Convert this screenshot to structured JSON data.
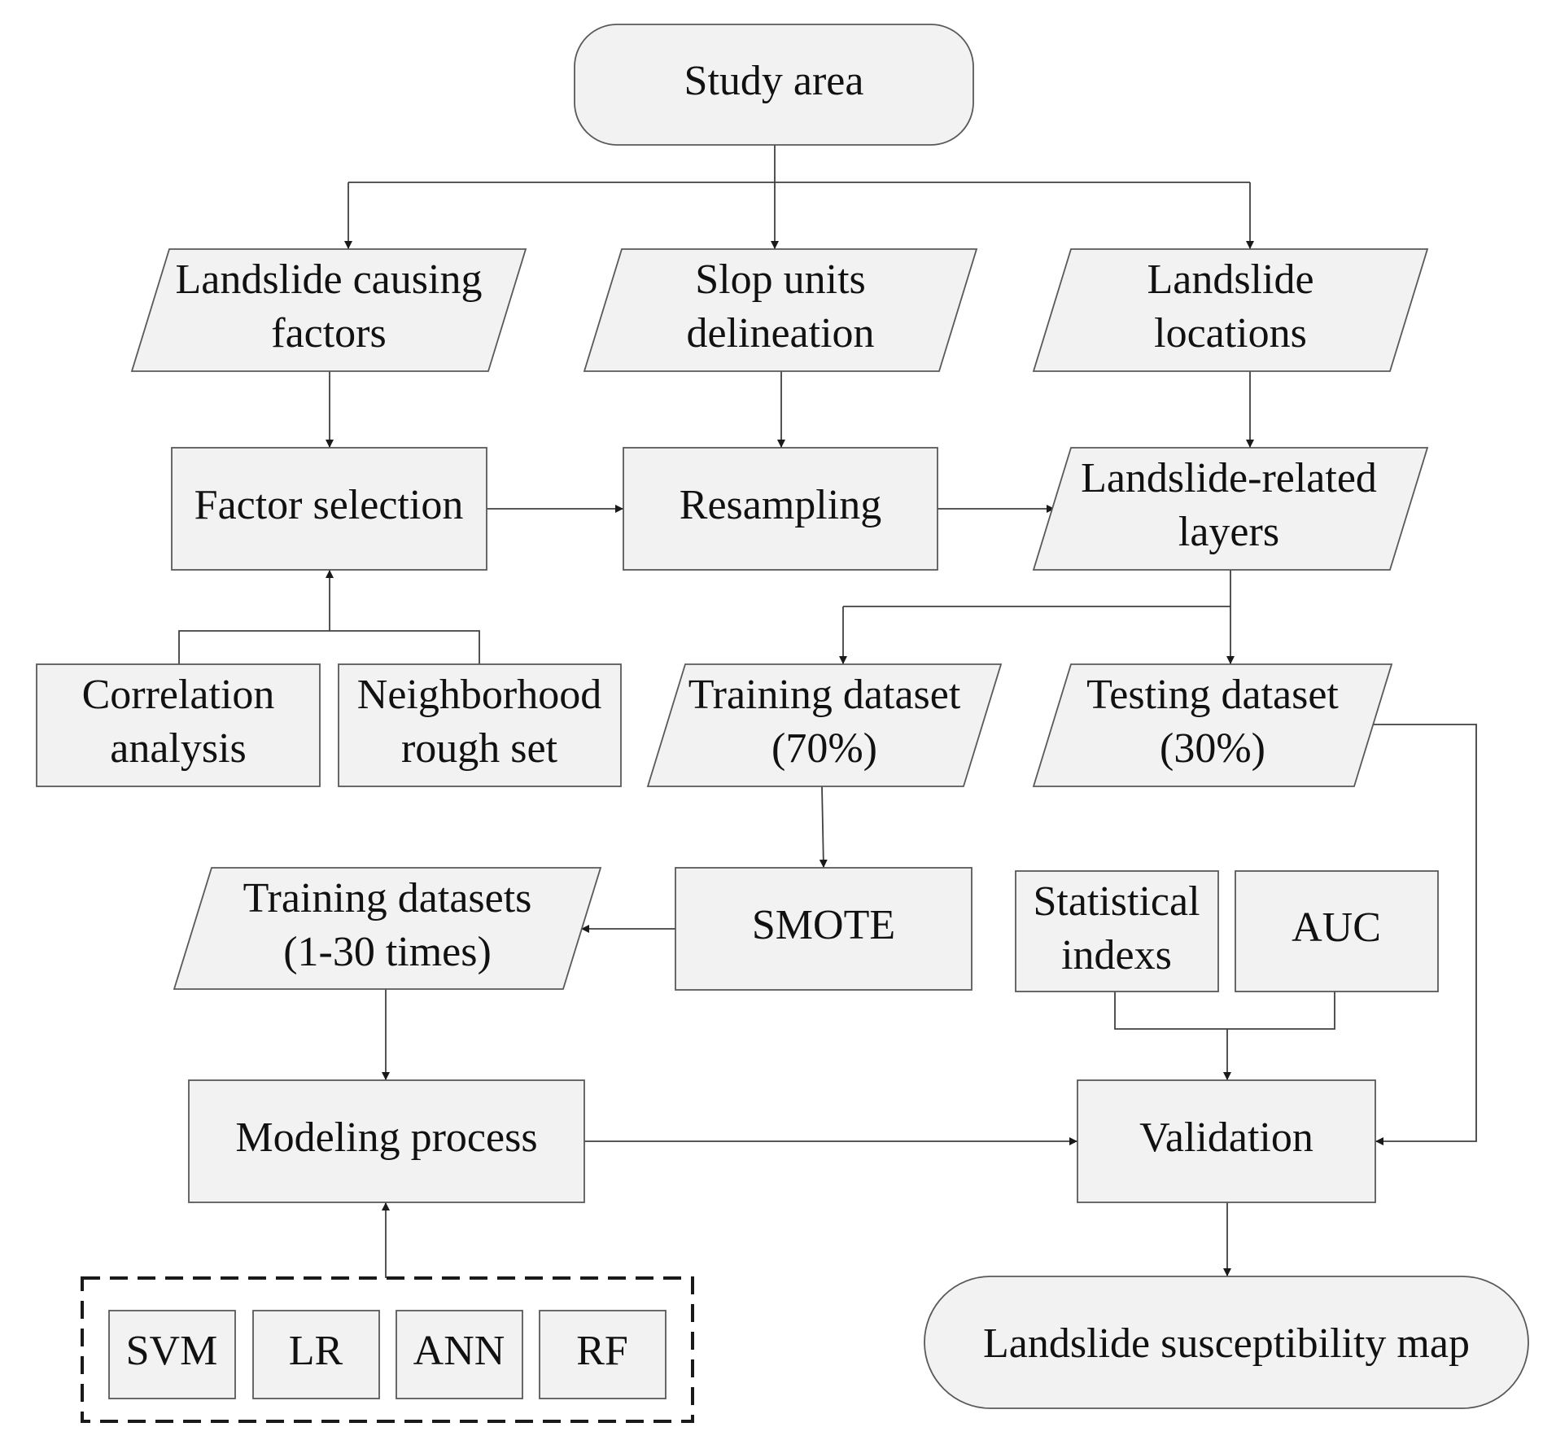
{
  "nodes": {
    "study_area": [
      "Study area"
    ],
    "causing_factors": [
      "Landslide causing",
      "factors"
    ],
    "slope_units": [
      "Slop units",
      "delineation"
    ],
    "landslide_locations": [
      "Landslide",
      "locations"
    ],
    "factor_selection": [
      "Factor selection"
    ],
    "resampling": [
      "Resampling"
    ],
    "related_layers": [
      "Landslide-related",
      "layers"
    ],
    "correlation_analysis": [
      "Correlation",
      "analysis"
    ],
    "rough_set": [
      "Neighborhood",
      "rough set"
    ],
    "training_dataset": [
      "Training dataset",
      "(70%)"
    ],
    "testing_dataset": [
      "Testing dataset",
      "(30%)"
    ],
    "smote": [
      "SMOTE"
    ],
    "training_datasets": [
      "Training datasets",
      "(1-30 times)"
    ],
    "statistical_indexes": [
      "Statistical",
      "indexs"
    ],
    "auc": [
      "AUC"
    ],
    "modeling_process": [
      "Modeling process"
    ],
    "validation": [
      "Validation"
    ],
    "svm": [
      "SVM"
    ],
    "lr": [
      "LR"
    ],
    "ann": [
      "ANN"
    ],
    "rf": [
      "RF"
    ],
    "susceptibility_map": [
      "Landslide susceptibility map"
    ]
  },
  "colors": {
    "fill": "#f2f2f2",
    "stroke": "#595959",
    "connector": "#404040",
    "text": "#111111"
  }
}
